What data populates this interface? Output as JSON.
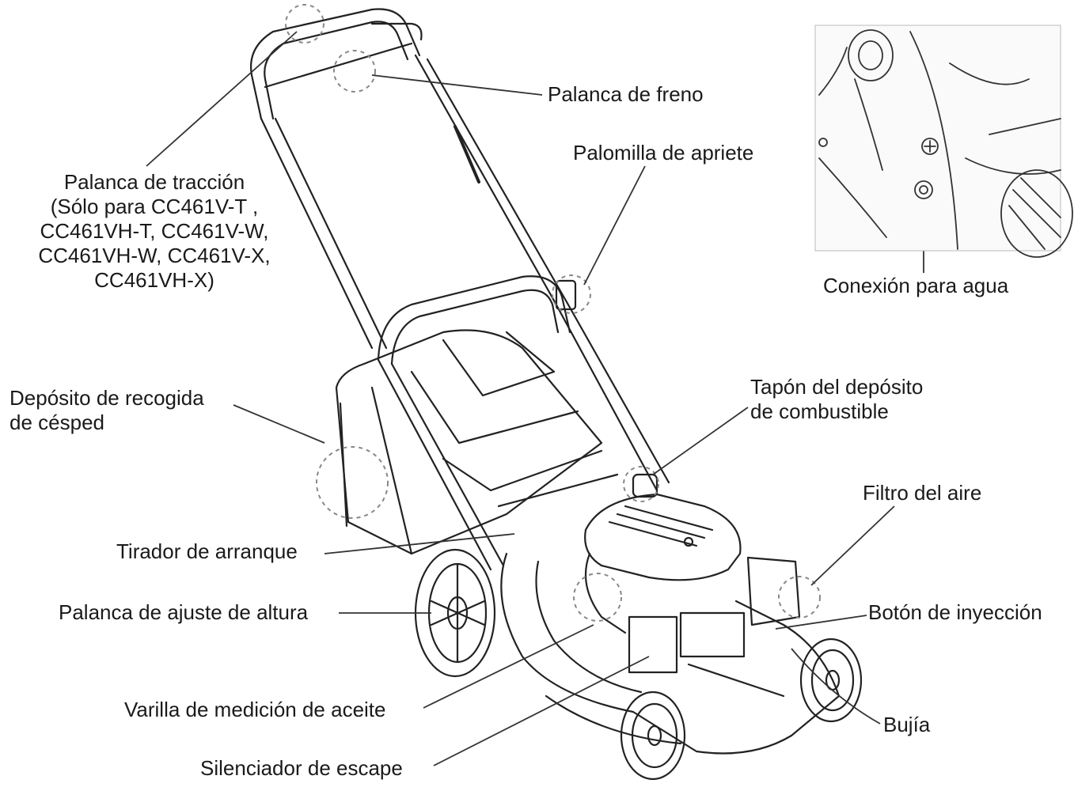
{
  "diagram": {
    "labels": {
      "brake_lever": "Palanca de freno",
      "wing_nut": "Palomilla de apriete",
      "drive_lever_title": "Palanca de tracción",
      "drive_lever_models": [
        "(Sólo para CC461V-T ,",
        "CC461VH-T, CC461V-W,",
        "CC461VH-W, CC461V-X,",
        "CC461VH-X)"
      ],
      "grass_bag": [
        "Depósito de recogida",
        "de césped"
      ],
      "fuel_cap": [
        "Tapón del depósito",
        "de combustible"
      ],
      "air_filter": "Filtro del aire",
      "starter_handle": "Tirador de arranque",
      "height_lever": "Palanca de ajuste de altura",
      "primer_button": "Botón de inyección",
      "oil_dipstick": "Varilla de medición de aceite",
      "spark_plug": "Bujía",
      "muffler": "Silenciador de escape",
      "water_connection": "Conexión para agua"
    },
    "line_color": "#333333",
    "callout_circle_color": "#888888"
  }
}
